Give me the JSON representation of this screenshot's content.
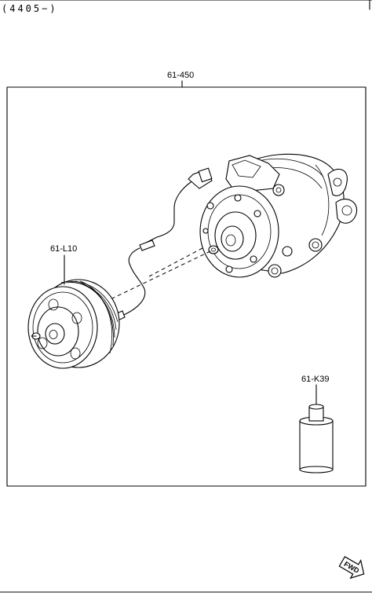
{
  "header": {
    "code": "(4405−)"
  },
  "parts": {
    "assembly": {
      "number": "61-450"
    },
    "clutch": {
      "number": "61-L10"
    },
    "oil": {
      "number": "61-K39"
    }
  },
  "fwd_marker": {
    "text": "FWD",
    "icon": "fwd-arrow-icon"
  }
}
